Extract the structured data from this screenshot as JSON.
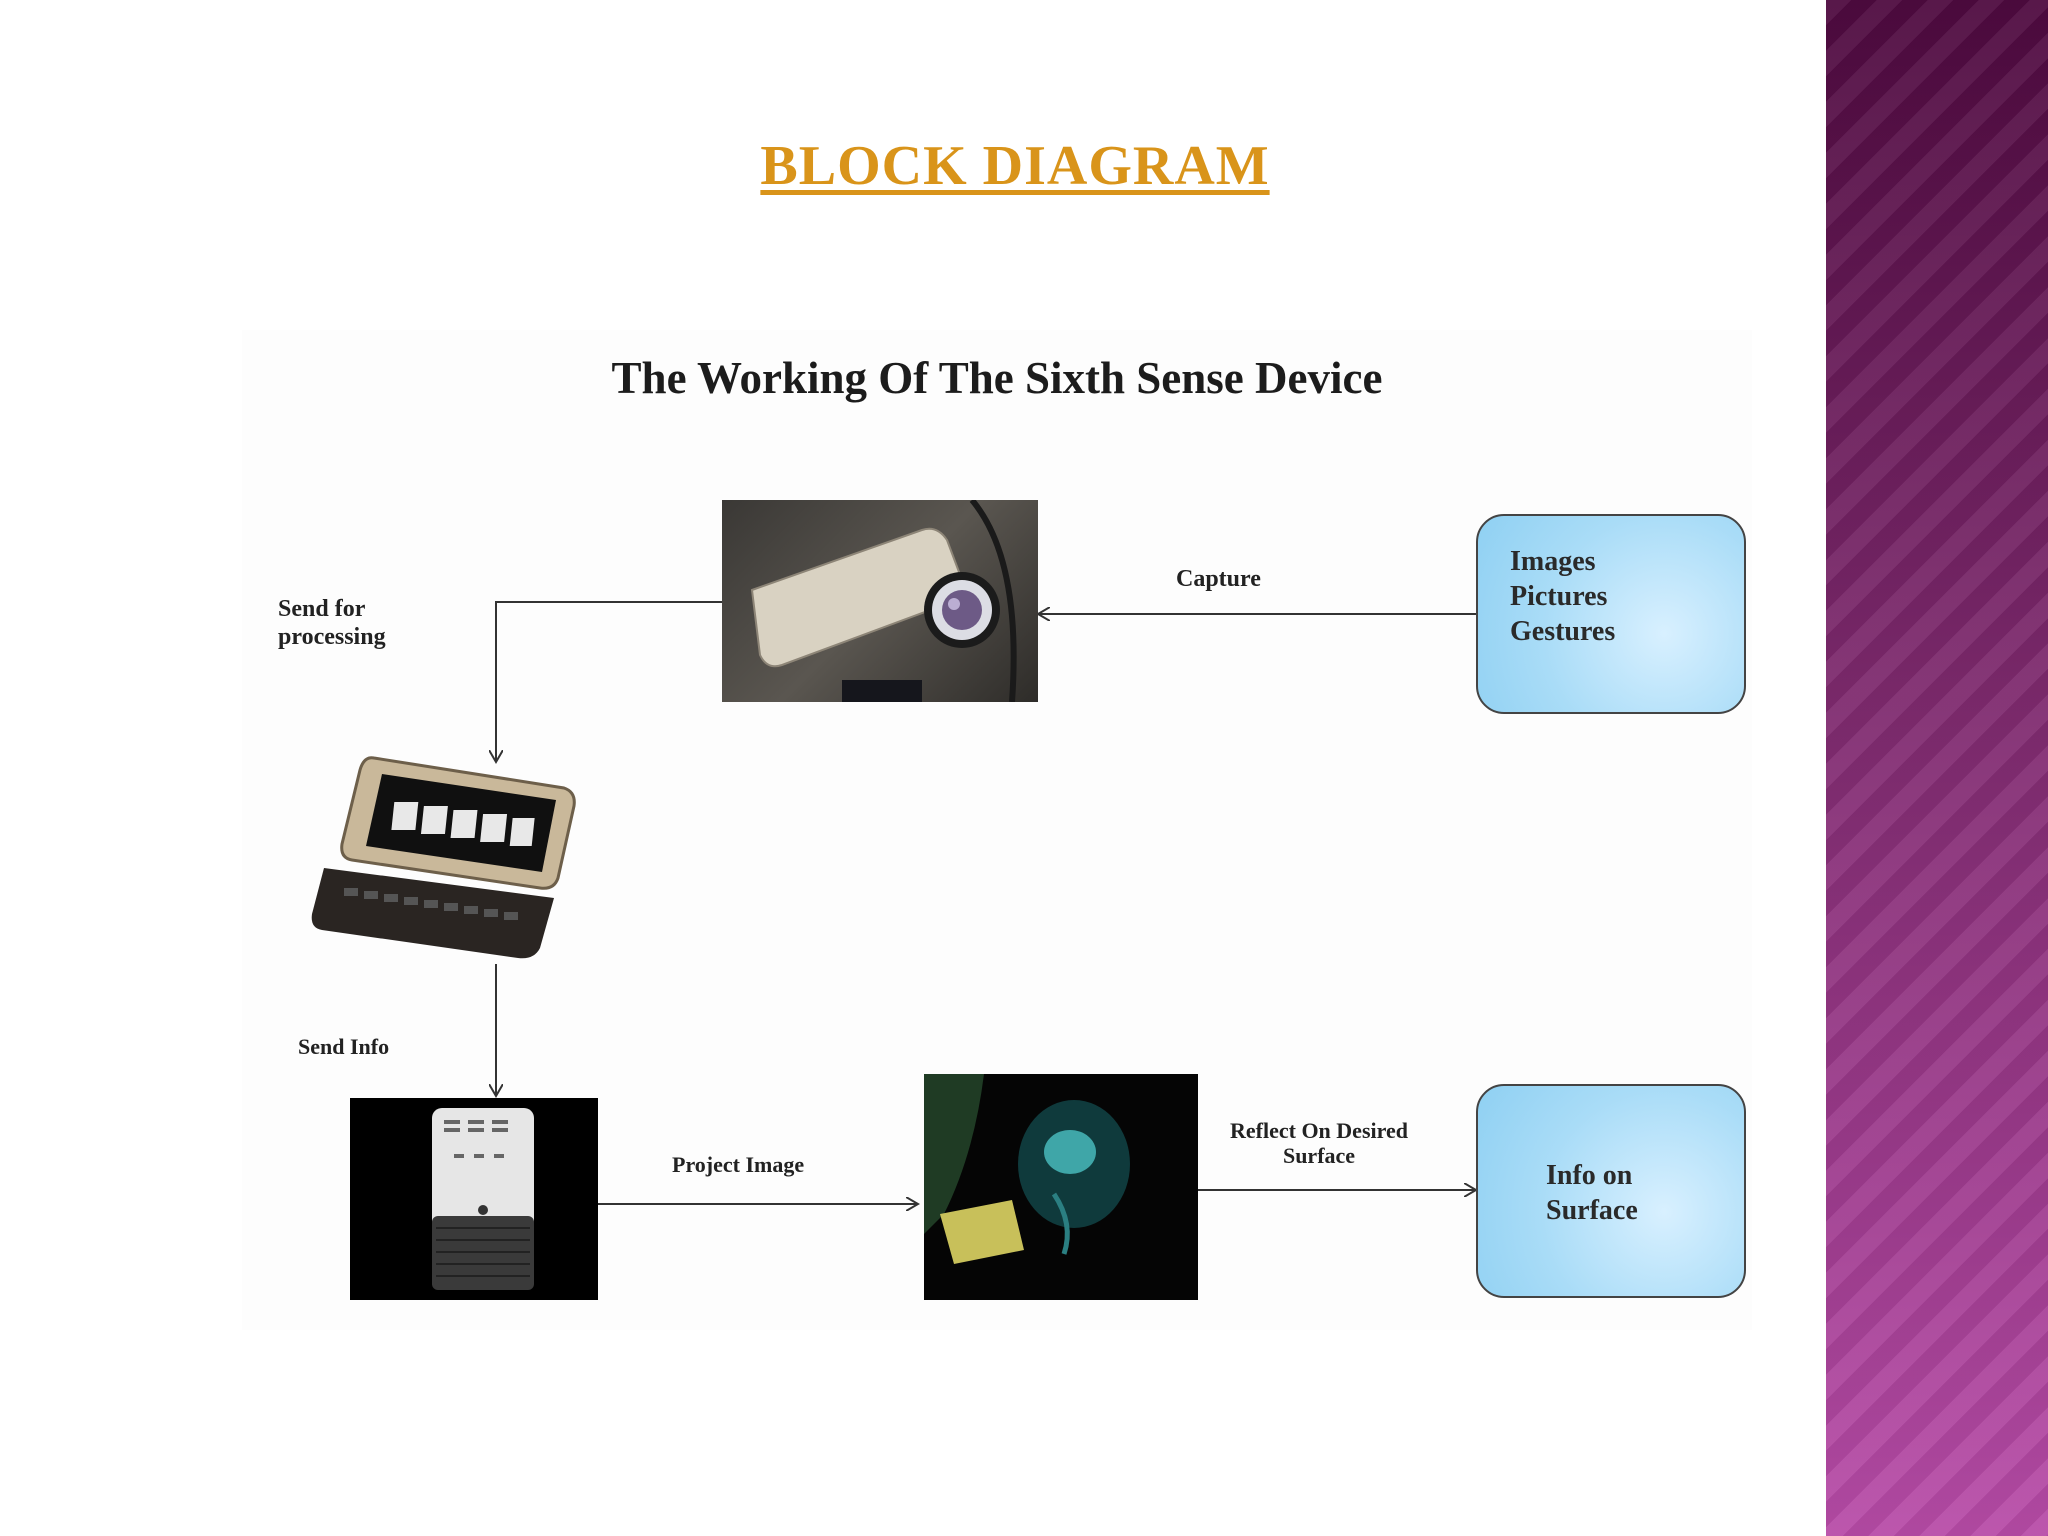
{
  "slide": {
    "title": "BLOCK DIAGRAM"
  },
  "figure": {
    "title": "The Working Of The Sixth Sense Device",
    "labels": {
      "send_for_processing": "Send  for processing",
      "capture": "Capture",
      "send_info": "Send Info",
      "project_image": "Project Image",
      "reflect": "Reflect On Desired Surface"
    },
    "input_box": {
      "lines": [
        "Images",
        "Pictures",
        "Gestures"
      ]
    },
    "output_box": {
      "lines": [
        "Info on",
        "Surface"
      ]
    }
  },
  "colors": {
    "title": "#d9941a",
    "box_fill": "#a9dcf7",
    "side_panel": "#8a2f7c"
  }
}
